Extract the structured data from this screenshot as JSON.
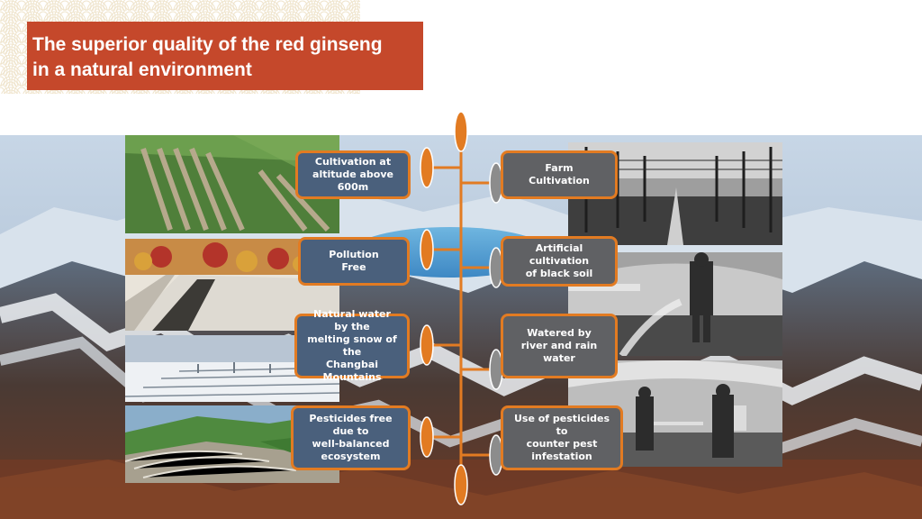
{
  "title": {
    "line1": "The superior quality of the red ginseng",
    "line2": "in a natural environment"
  },
  "colors": {
    "title_bg": "#c5482b",
    "accent_orange": "#e27b22",
    "label_blue": "#4a607c",
    "label_gray": "#606164",
    "pattern": "#efe4cc"
  },
  "left_labels": [
    {
      "text": "Cultivation at\naltitude above 600m"
    },
    {
      "text": "Pollution\nFree"
    },
    {
      "text": "Natural water\nby the\nmelting snow of the\nChangbai Mountains"
    },
    {
      "text": "Pesticides free due to\nwell-balanced\necosystem"
    }
  ],
  "right_labels": [
    {
      "text": "Farm\nCultivation"
    },
    {
      "text": "Artificial\ncultivation\nof black soil"
    },
    {
      "text": "Watered by\nriver and rain water"
    },
    {
      "text": "Use of pesticides to\ncounter pest\ninfestation"
    }
  ],
  "left_photos": [
    "terraced-ginseng-beds-photo",
    "shaded-ginseng-rows-autumn-photo",
    "snowy-field-photo",
    "green-terraced-field-photo"
  ],
  "right_photos": [
    "grayscale-vineyard-posts-photo",
    "grayscale-greenhouse-watering-photo",
    "grayscale-pesticide-spraying-photo"
  ],
  "background_photo": "snowy-changbai-mountains-and-lake-photo"
}
